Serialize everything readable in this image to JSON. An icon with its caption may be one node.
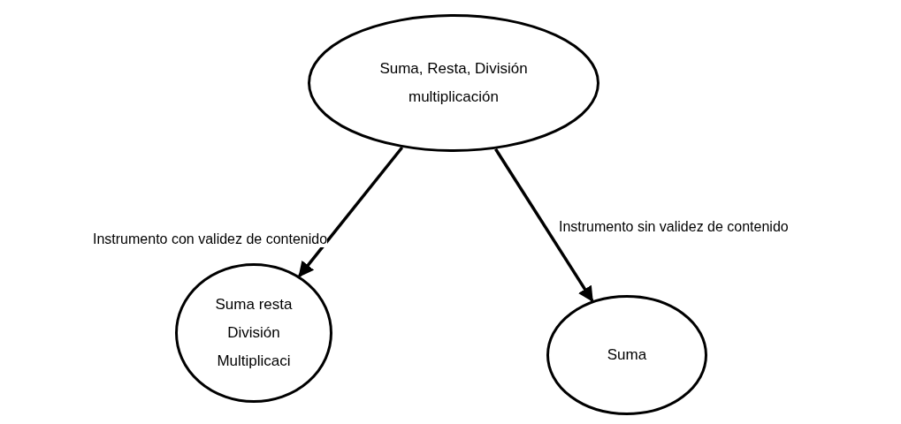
{
  "diagram": {
    "nodes": [
      {
        "text": [
          "Suma, Resta, División multiplicación"
        ]
      },
      {
        "text": [
          "Suma resta División Multiplicaci"
        ]
      },
      {
        "text": [
          "Suma"
        ]
      }
    ],
    "edges": [
      {
        "from": 0,
        "to": 1,
        "arrow": "to",
        "label": "Instrumento con validez de contenido"
      },
      {
        "from": 0,
        "to": 2,
        "arrow": "to",
        "label": "Instrumento sin validez de contenido"
      }
    ]
  }
}
